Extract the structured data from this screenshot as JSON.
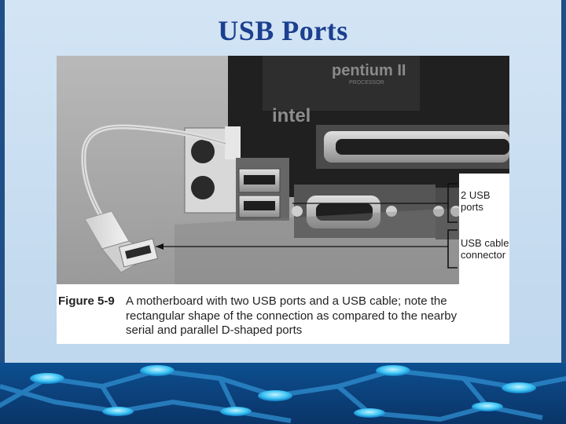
{
  "slide": {
    "title": "USB Ports"
  },
  "figure": {
    "callouts": {
      "usb_ports_line1": "2 USB",
      "usb_ports_line2": "ports",
      "usb_cable_line1": "USB cable",
      "usb_cable_line2": "connector"
    },
    "photo_brands": {
      "processor_brand": "pentium II",
      "processor_sub": "PROCESSOR",
      "maker": "intel"
    },
    "caption": {
      "number": "Figure 5-9",
      "text": "A motherboard with two USB ports and a USB cable; note the rectangular shape of the connection as compared to the nearby serial and parallel D-shaped ports"
    }
  },
  "theme": {
    "title_color": "#1c3f8f",
    "frame_color": "#1f4f86",
    "background_color": "#c9def1"
  }
}
